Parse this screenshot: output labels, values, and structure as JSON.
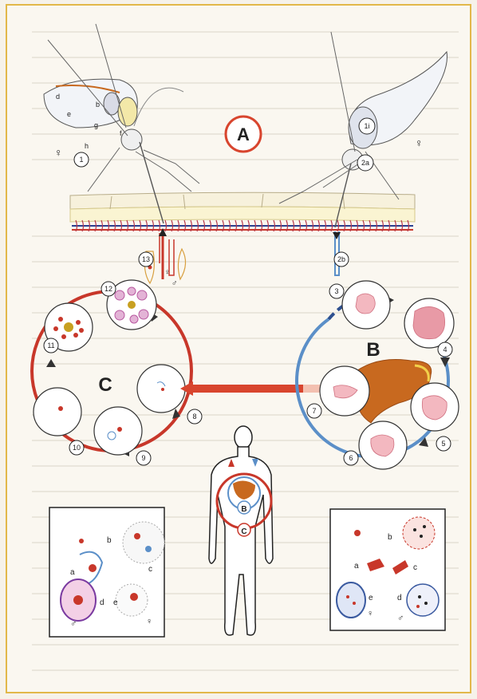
{
  "cycles": {
    "A": "A",
    "B": "B",
    "C": "C"
  },
  "steps": [
    "1",
    "1i",
    "2a",
    "2b",
    "3",
    "4",
    "5",
    "6",
    "7",
    "8",
    "9",
    "10",
    "11",
    "12",
    "13"
  ],
  "mosquito_left_letters": [
    "d",
    "e",
    "b",
    "g",
    "f",
    "h"
  ],
  "sex_symbols": {
    "female": "♀",
    "male": "♂"
  },
  "inset_left_letters": [
    "b",
    "a",
    "c",
    "d",
    "e"
  ],
  "inset_right_letters": [
    "b",
    "a",
    "c",
    "e",
    "d"
  ],
  "colors": {
    "red_cycle": "#c8372a",
    "blue_cycle": "#5b8fc8",
    "liver": "#c8691f",
    "border": "#e2b84a"
  }
}
